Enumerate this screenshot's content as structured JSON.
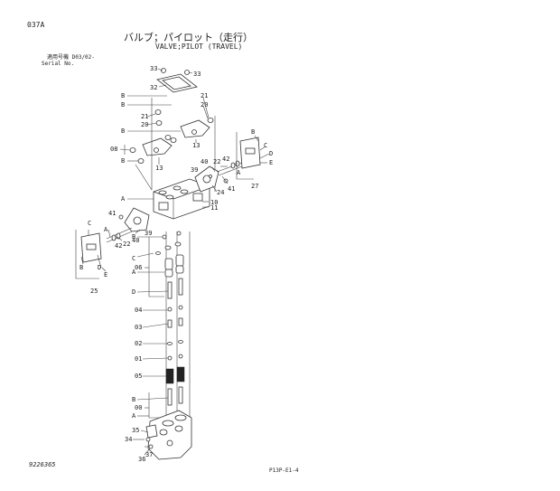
{
  "header": {
    "section_code": "037A",
    "title_jp": "バルブ；パイロット（走行）",
    "title_en": "VALVE;PILOT (TRAVEL)",
    "serial_jp": "適用号機 D03/02-",
    "serial_en": "Serial No."
  },
  "footer": {
    "image_id": "9226365",
    "page_ref": "P13P-E1-4"
  },
  "labels": {
    "l33a": "33",
    "l33b": "33",
    "l32": "32",
    "l21a": "21",
    "l20a": "20",
    "l21b": "21",
    "l20b": "20",
    "l13a": "13",
    "l13b": "13",
    "l08": "08",
    "lBa": "B",
    "lBb": "B",
    "lBc": "B",
    "lBd": "B",
    "lBe": "B",
    "lA1": "A",
    "l22a": "22",
    "l42a": "42",
    "l40a": "40",
    "l39a": "39",
    "l24": "24",
    "l41a": "41",
    "l27": "27",
    "lBr": "B",
    "lCr": "C",
    "lDr": "D",
    "lEr": "E",
    "lAr": "A",
    "l10": "10",
    "l11": "11",
    "lCl": "C",
    "l41b": "41",
    "lAl": "A",
    "lBl": "B",
    "lDl": "D",
    "lEl": "E",
    "l22b": "22",
    "l42b": "42",
    "l40b": "40",
    "l39b": "39",
    "l25": "25",
    "lB06": "B",
    "lC06": "C",
    "l06": "06",
    "lA06": "A",
    "lD06": "D",
    "l04": "04",
    "l03": "03",
    "l02": "02",
    "l01": "01",
    "l05": "05",
    "lB00": "B",
    "l00": "00",
    "lA00": "A",
    "l35": "35",
    "l34": "34",
    "l37": "37",
    "l36": "36"
  }
}
